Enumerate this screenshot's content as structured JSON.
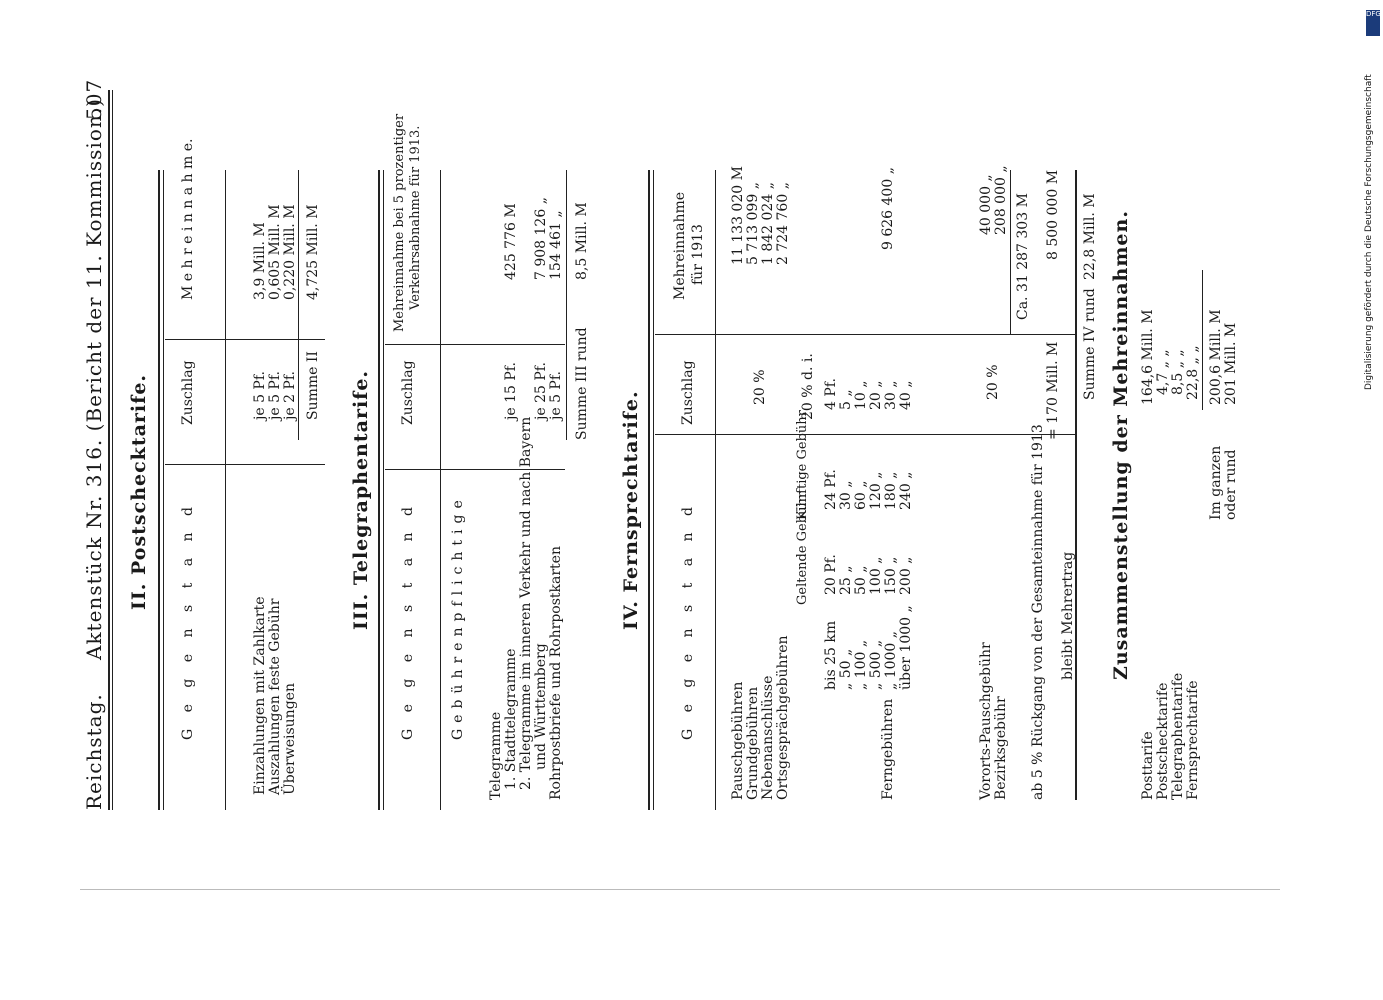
{
  "header": {
    "left": "Reichstag.",
    "center": "Aktenstück Nr. 316.  (Bericht der 11. Kommission.)",
    "page_number": "507"
  },
  "sections": {
    "postscheck": {
      "title": "II.  Postschecktarife.",
      "col_gegenstand": "G e g e n s t a n d",
      "col_zuschlag": "Zuschlag",
      "col_mehr": "M e h r e i n n a h m e.",
      "rows": [
        {
          "label": "Einzahlungen mit Zahlkarte",
          "zuschlag": "je 5 Pf.",
          "mehr": "3,9   Mill. M"
        },
        {
          "label": "Auszahlungen feste Gebühr",
          "zuschlag": "je 5 Pf.",
          "mehr": "0,605 Mill. M"
        },
        {
          "label": "Überweisungen",
          "zuschlag": "je 2 Pf.",
          "mehr": "0,220 Mill. M"
        }
      ],
      "sum_label": "Summe II",
      "sum_value": "4,725 Mill. M"
    },
    "telegraph": {
      "title": "III.  Telegraphentarife.",
      "col_gegenstand": "G e g e n s t a n d",
      "col_zuschlag": "Zuschlag",
      "col_mehr_1": "Mehreinnahme bei 5 prozentiger",
      "col_mehr_2": "Verkehrsabnahme für 1913.",
      "sub": "Gebührenpflichtige",
      "rows": [
        {
          "label": "Telegramme",
          "zuschlag": "",
          "mehr": ""
        },
        {
          "label": "1. Stadttelegramme",
          "zuschlag": "je 15 Pf.",
          "mehr": "425 776 M"
        },
        {
          "label": "2. Telegramme im inneren Verkehr und nach Bayern",
          "zuschlag": "",
          "mehr": ""
        },
        {
          "label": "und Württemberg",
          "zuschlag": "je 25 Pf.",
          "mehr": "7 908 126 „"
        },
        {
          "label": "Rohrpostbriefe und Rohrpostkarten",
          "zuschlag": "je 5 Pf.",
          "mehr": "154 461 „"
        }
      ],
      "sum_label": "Summe III rund",
      "sum_value": "8,5 Mill. M"
    },
    "fernsprech": {
      "title": "IV.  Fernsprechtarife.",
      "col_gegenstand": "G e g e n s t a n d",
      "col_zuschlag": "Zuschlag",
      "col_mehr_1": "Mehreinnahme",
      "col_mehr_2": "für 1913",
      "rows_top": [
        {
          "label": "Pauschgebühren",
          "mehr": "11 133 020 M"
        },
        {
          "label": "Grundgebühren",
          "mehr": "5 713 099 „"
        },
        {
          "label": "Nebenanschlüsse",
          "mehr": "1 842 024 „"
        },
        {
          "label": "Ortsgesprächgebühren",
          "mehr": "2 724 760 „"
        }
      ],
      "top_zuschlag": "20 %",
      "fern_label": "Ferngebühren",
      "geltende": "Geltende Gebühr",
      "kuenftige": "Künftige Gebühr",
      "fern_zuschlag_head": "20 % d. i.",
      "fern_rows": [
        {
          "dist": "bis     25 km",
          "geltend": "20 Pf.",
          "kuenftig": "24 Pf.",
          "zuschlag": "4 Pf."
        },
        {
          "dist": "„       50 „",
          "geltend": "25 „",
          "kuenftig": "30 „",
          "zuschlag": "5 „"
        },
        {
          "dist": "„     100 „",
          "geltend": "50 „",
          "kuenftig": "60 „",
          "zuschlag": "10 „"
        },
        {
          "dist": "„     500 „",
          "geltend": "100 „",
          "kuenftig": "120 „",
          "zuschlag": "20 „"
        },
        {
          "dist": "„   1000 „",
          "geltend": "150 „",
          "kuenftig": "180 „",
          "zuschlag": "30 „"
        },
        {
          "dist": "über 1000 „",
          "geltend": "200 „",
          "kuenftig": "240 „",
          "zuschlag": "40 „"
        }
      ],
      "fern_mehr": "9 626 400 „",
      "rows_bottom": [
        {
          "label": "Vororts-Pauschgebühr",
          "mehr": "40 000 „"
        },
        {
          "label": "Bezirksgebühr",
          "mehr": "208 000 „"
        }
      ],
      "bottom_zuschlag": "20 %",
      "ca_sum": "Ca.  31 287 303 M",
      "ab_line": "ab 5 % Rückgang von der Gesamteinnahme für 1913",
      "ab_value_1": "= 170  Mill. M",
      "ab_value_2": "8 500 000 M",
      "bleibt": "bleibt Mehrertrag",
      "sum_label": "Summe IV rund",
      "sum_value": "22,8 Mill. M"
    },
    "zusammen": {
      "title": "Zusammenstellung der Mehreinnahmen.",
      "rows": [
        {
          "label": "Posttarife",
          "value": "164,6 Mill. M"
        },
        {
          "label": "Postschecktarife",
          "value": "4,7  „   „"
        },
        {
          "label": "Telegraphentarife",
          "value": "8,5  „   „"
        },
        {
          "label": "Fernsprechtarife",
          "value": "22,8  „   „"
        }
      ],
      "im_ganzen": "Im ganzen",
      "im_ganzen_value": "200,6 Mill. M",
      "oder_rund": "oder rund",
      "oder_rund_value": "201  Mill. M"
    }
  },
  "footer_credit": "Digitalisierung gefördert durch die Deutsche Forschungsgemeinschaft",
  "logo_text": "DFG"
}
